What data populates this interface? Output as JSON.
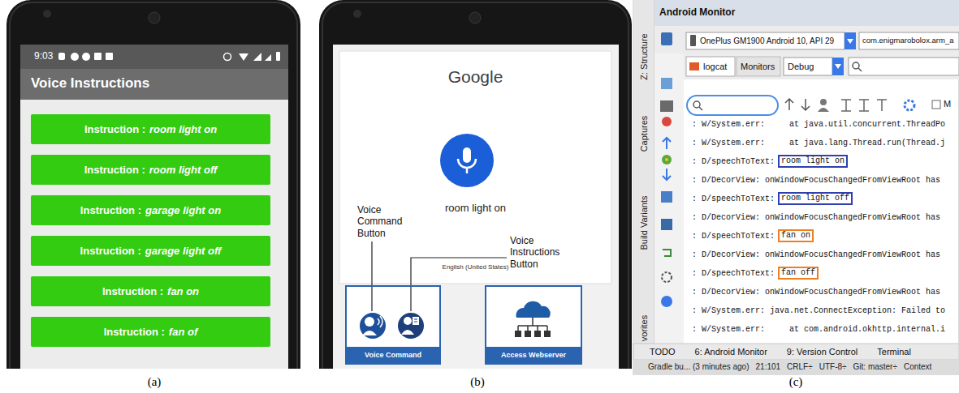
{
  "diagram": {
    "nodes": [
      {
        "text": [
          "Instruction :",
          "room light on"
        ]
      },
      {
        "text": [
          "Instruction :",
          "room light off"
        ]
      },
      {
        "text": [
          "Instruction :",
          "garage light on"
        ]
      },
      {
        "text": [
          "Instruction :",
          "garage light off"
        ]
      },
      {
        "text": [
          "Instruction :",
          "fan on"
        ]
      },
      {
        "text": [
          "Instruction :",
          "fan of"
        ]
      },
      {
        "text": [
          "Google",
          "room light on",
          "English (United States)"
        ]
      },
      {
        "text": [
          "Voice Command"
        ]
      },
      {
        "text": [
          "Access Webserver"
        ]
      },
      {
        "text": [
          "room light on"
        ]
      },
      {
        "text": [
          "room light off"
        ]
      },
      {
        "text": [
          "fan on"
        ]
      },
      {
        "text": [
          "fan off"
        ]
      }
    ],
    "labels": [
      "9:03",
      "Voice Instructions",
      "Voice Command Button",
      "Voice Instructions Button",
      "Android Monitor",
      "Z: Structure",
      "Captures",
      "Build Variants",
      "vorites",
      "OnePlus GM1900 Android 10, API 29",
      "com.enigmarobolox.arm_a",
      "logcat",
      "Monitors",
      "Debug",
      "M",
      ": W/System.err:     at java.util.concurrent.ThreadPo",
      ": W/System.err:     at java.lang.Thread.run(Thread.j",
      ": D/speechToText:",
      ": D/DecorView: onWindowFocusChangedFromViewRoot has",
      ": D/speechToText:",
      ": D/DecorView: onWindowFocusChangedFromViewRoot has",
      ": D/speechToText:",
      ": D/DecorView: onWindowFocusChangedFromViewRoot has",
      ": D/speechToText:",
      ": D/DecorView: onWindowFocusChangedFromViewRoot has",
      ": W/System.err: java.net.ConnectException: Failed to",
      ": W/System.err:     at com.android.okhttp.internal.i",
      "TODO",
      "6: Android Monitor",
      "9: Version Control",
      "Terminal",
      "Gradle bu... (3 minutes ago)",
      "21:101",
      "CRLF÷",
      "UTF-8÷",
      "Git: master÷",
      "Context",
      "(a)",
      "(b)",
      "(c)"
    ]
  }
}
